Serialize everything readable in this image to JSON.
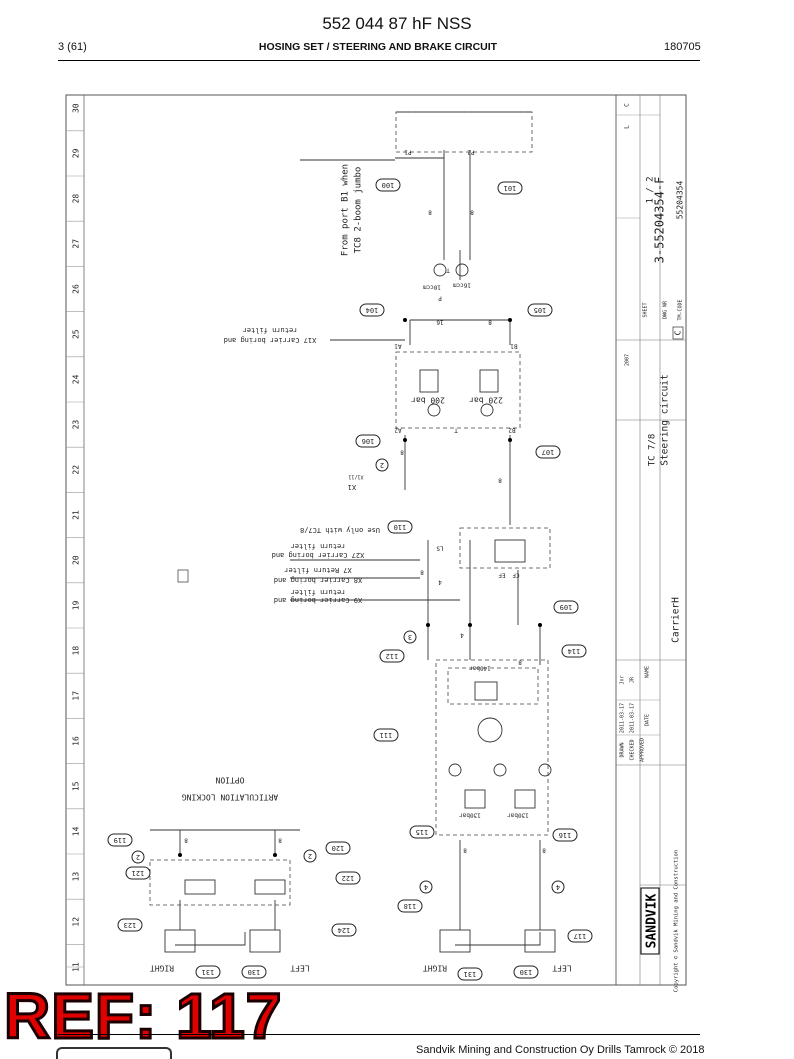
{
  "header": {
    "title": "552 044 87 hF NSS",
    "page": "3 (61)",
    "subtitle": "HOSING SET / STEERING AND BRAKE CIRCUIT",
    "date": "180705"
  },
  "frame": {
    "grid_numbers": [
      "11",
      "12",
      "13",
      "14",
      "15",
      "16",
      "17",
      "18",
      "19",
      "20",
      "21",
      "22",
      "23",
      "24",
      "25",
      "26",
      "27",
      "28",
      "29",
      "30"
    ]
  },
  "title_block": {
    "sheet_label": "SHEET",
    "sheet_value": "1 / 2",
    "dwg_label": "DWG NR",
    "dwg_number": "3-55204354-F",
    "tm_label": "TM-CODE",
    "tm_code": "55204354",
    "rev_label": "C",
    "rev1": "2007",
    "name_title": "TC 7/8",
    "name_sub": "Steering circuit",
    "product": "CarrierH",
    "row_name": "NAME",
    "row_date": "DATE",
    "drawn_label": "DRAWN",
    "checked_label": "CHECKED",
    "approved_label": "APPROVED",
    "drawn_date": "2011-03-17",
    "checked_date": "2011-03-17",
    "drawn_name": "Jnr",
    "checked_name": "JR",
    "brand": "SANDVIK",
    "copyright": "Copyright © Sandvik Mining and Construction",
    "col_c": "C",
    "col_l": "L"
  },
  "notes": {
    "from_port": "From port B1 when",
    "from_port2": "TC8 2-boom jumbo",
    "x17": "X17 Carrier boring and",
    "x17b": "return filter",
    "use_only": "Use only with TC7/8",
    "x27": "X27 Carrier boring and",
    "x27b": "return filter",
    "x7": "X7 Return filter",
    "x8": "X8 Carrier boring and",
    "x9": "X9 Carrier boring and",
    "x9b": "return filter",
    "articulation": "ARTICULATION LOCKING",
    "option": "OPTION",
    "right1": "RIGHT",
    "left1": "LEFT",
    "right2": "RIGHT",
    "left2": "LEFT",
    "bar200": "200 bar",
    "bar220": "220 bar",
    "bar140": "140bar",
    "bar130a": "130bar",
    "bar130b": "130bar",
    "x1": "X1",
    "x1_11": "X1/11",
    "ccm": "10ccm",
    "ccm2": "16ccm",
    "ports": [
      "P1",
      "P2",
      "T",
      "A1",
      "B1",
      "A2",
      "B2",
      "LS",
      "EF",
      "CF",
      "T",
      "P"
    ],
    "sizes": [
      "8",
      "8",
      "16",
      "8",
      "8",
      "8",
      "8",
      "4",
      "4",
      "8",
      "8",
      "8",
      "8",
      "8"
    ]
  },
  "callouts": [
    "100",
    "101",
    "104",
    "105",
    "106",
    "107",
    "110",
    "109",
    "112",
    "114",
    "111",
    "115",
    "116",
    "118",
    "117",
    "130",
    "131",
    "119",
    "120",
    "121",
    "122",
    "123",
    "124",
    "130",
    "131",
    "2",
    "2",
    "2",
    "3",
    "4",
    "4"
  ],
  "stamp": {
    "ref": "REF: 117"
  },
  "footer": {
    "company": "Sandvik Mining and Construction Oy Drills Tamrock © 2018"
  }
}
